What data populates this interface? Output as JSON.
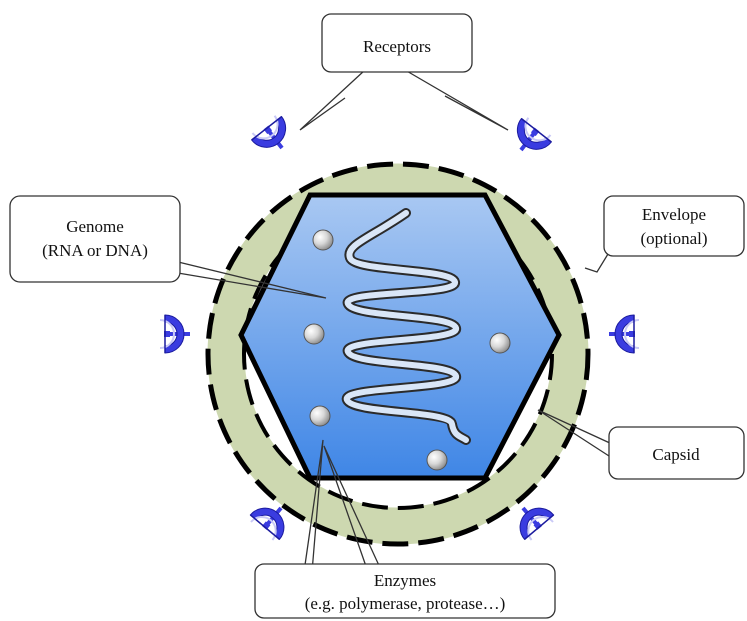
{
  "labels": {
    "receptors": "Receptors",
    "genome_line1": "Genome",
    "genome_line2": "(RNA or DNA)",
    "envelope_line1": "Envelope",
    "envelope_line2": "(optional)",
    "capsid": "Capsid",
    "enzymes_line1": "Enzymes",
    "enzymes_line2": "(e.g. polymerase, protease…)"
  },
  "colors": {
    "envelope": "#cdd8b0",
    "capsid_top": "#a9c8f2",
    "capsid_bottom": "#3f86e6",
    "receptor": "#3a3ce0",
    "outline": "#000000",
    "callout_border": "#333333"
  },
  "icons": {
    "receptor": "receptor-icon",
    "enzyme": "enzyme-particle-icon"
  }
}
